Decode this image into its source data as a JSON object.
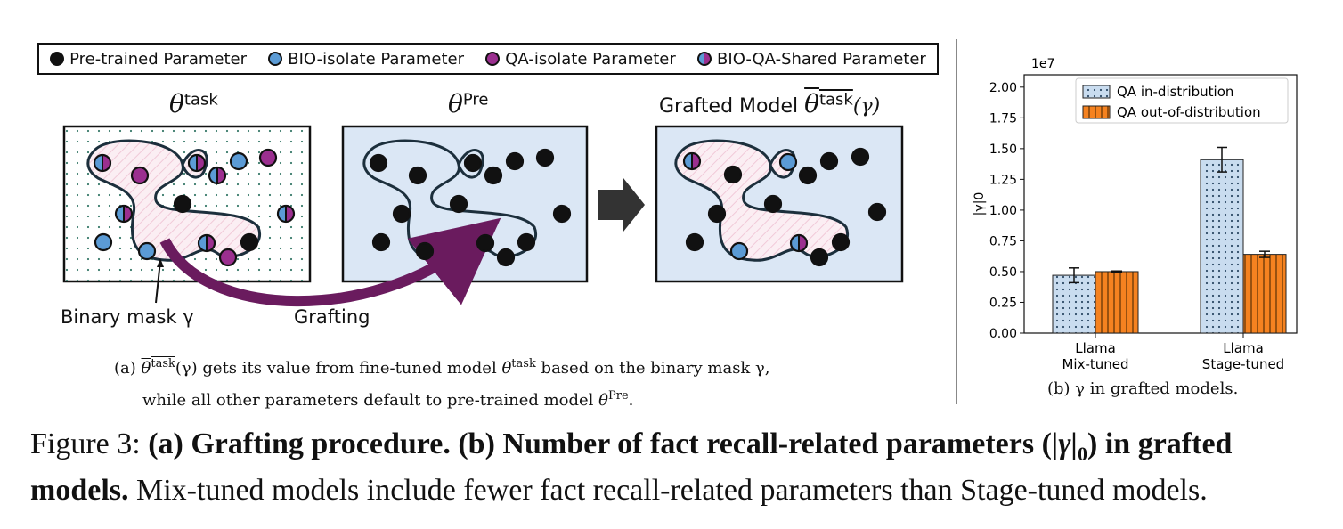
{
  "legend": {
    "items": [
      {
        "label": "Pre-trained Parameter",
        "icon": "black-dot-icon"
      },
      {
        "label": "BIO-isolate Parameter",
        "icon": "blue-dot-icon"
      },
      {
        "label": "QA-isolate Parameter",
        "icon": "purple-dot-icon"
      },
      {
        "label": "BIO-QA-Shared Parameter",
        "icon": "split-dot-icon"
      }
    ]
  },
  "panels": {
    "task": {
      "theta": "θ",
      "sup": "task"
    },
    "pre": {
      "theta": "θ",
      "sup": "Pre"
    },
    "grafted": {
      "prefix": "Grafted Model ",
      "theta": "θ",
      "sup": "task",
      "suffix": "(γ)"
    }
  },
  "annotations": {
    "mask": "Binary mask γ",
    "grafting": "Grafting"
  },
  "caption_a": {
    "line1_a": "(a) ",
    "line1_theta": "θ",
    "line1_sup": "task",
    "line1_b": "(γ) gets its value from fine-tuned model ",
    "line1_c": "θ",
    "line1_d": "task",
    "line1_e": " based on the binary mask γ,",
    "line2_a": "while all other parameters default to pre-trained model ",
    "line2_b": "θ",
    "line2_c": "Pre",
    "line2_d": "."
  },
  "chart_data": {
    "type": "bar",
    "categories": [
      "Llama\nMix-tuned",
      "Llama\nStage-tuned"
    ],
    "category_lines": [
      [
        "Llama",
        "Mix-tuned"
      ],
      [
        "Llama",
        "Stage-tuned"
      ]
    ],
    "series": [
      {
        "name": "QA in-distribution",
        "values": [
          0.47,
          1.41
        ],
        "errors": [
          0.06,
          0.1
        ]
      },
      {
        "name": "QA out-of-distribution",
        "values": [
          0.5,
          0.64
        ],
        "errors": [
          0.005,
          0.025
        ]
      }
    ],
    "ylabel": "|γ|0",
    "y_multiplier": "1e7",
    "ylim": [
      0,
      2.1
    ],
    "yticks": [
      "0.00",
      "0.25",
      "0.50",
      "0.75",
      "1.00",
      "1.25",
      "1.50",
      "1.75",
      "2.00"
    ],
    "legend_position": "top-right",
    "grid": false,
    "caption": "(b) γ in grafted models."
  },
  "figure_caption": {
    "prefix": "Figure 3: ",
    "bold1": "(a) Grafting procedure. (b) Number of fact recall-related parameters (",
    "gamma": "|γ|",
    "sub": "0",
    "bold2": ") in grafted models.",
    "rest": " Mix-tuned models include fewer fact recall-related parameters than Stage-tuned models."
  },
  "colors": {
    "black": "#111111",
    "blue": "#5b9bd5",
    "purple": "#9b2f8f",
    "panel_bg": "#dbe7f5",
    "bar_blue": "#c9dcef",
    "bar_orange": "#f58220",
    "arrow_purple": "#6a1b5e"
  }
}
